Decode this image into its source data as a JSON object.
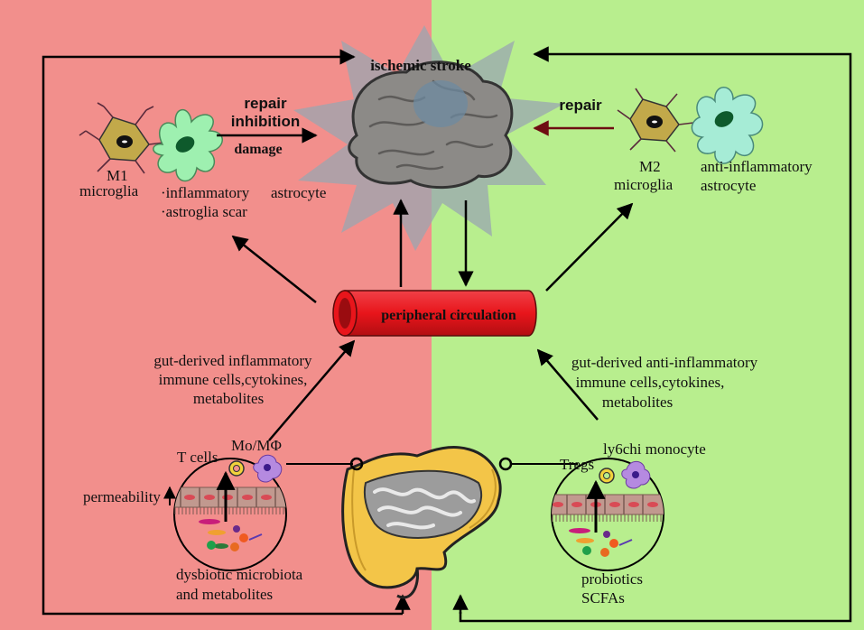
{
  "colors": {
    "left_panel": "#f28f8c",
    "right_panel": "#b8ee8e",
    "vessel": "#e8151b",
    "brain": "#8c8a87",
    "star": "#9aa6b0",
    "m1_cell": "#c2a94a",
    "astro_inflam": "#9ef0b0",
    "astro_anti": "#a6ecd6",
    "repair_arrow": "#6e0d12",
    "gut": "#f3c548",
    "lumen": "#9c9c9c"
  },
  "center": {
    "title": "ischemic stroke",
    "vessel_label": "peripheral circulation"
  },
  "left": {
    "arrow_top": "repair",
    "arrow_mid": "inhibition",
    "arrow_bottom": "damage",
    "m1_label_1": "M1",
    "m1_label_2": "microglia",
    "astro_line_1": "·inflammatory",
    "astro_line_1b": "astrocyte",
    "astro_line_2": "·astroglia scar",
    "gut_text_1": "gut-derived inflammatory",
    "gut_text_2": "immune cells,cytokines,",
    "gut_text_3": "metabolites",
    "t_cells": "T cells",
    "mo": "Mo/MΦ",
    "permeability": "permeability",
    "dysbiotic_1": "dysbiotic microbiota",
    "dysbiotic_2": "and metabolites"
  },
  "right": {
    "repair": "repair",
    "m2_label_1": "M2",
    "m2_label_2": "microglia",
    "astro_1": "anti-inflammatory",
    "astro_2": "astrocyte",
    "gut_text_1": "gut-derived anti-inflammatory",
    "gut_text_2": "immune cells,cytokines,",
    "gut_text_3": "metabolites",
    "tregs": "Tregs",
    "ly6": "ly6chi monocyte",
    "probiotics": "probiotics",
    "scfas": "SCFAs"
  }
}
